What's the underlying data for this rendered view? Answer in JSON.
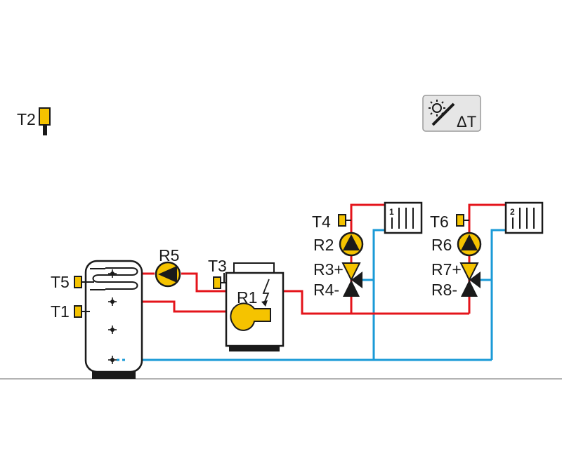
{
  "colors": {
    "hot": "#e4141b",
    "cold": "#1a9ad7",
    "sensor": "#f5c300",
    "outline": "#1a1a1a",
    "ground": "#9a9a9a",
    "icon_bg": "#e6e6e6"
  },
  "labels": {
    "t2": "T2",
    "t5": "T5",
    "t1": "T1",
    "t3": "T3",
    "t4": "T4",
    "t6": "T6",
    "r1": "R1",
    "r2": "R2",
    "r3": "R3+",
    "r4": "R4-",
    "r5": "R5",
    "r6": "R6",
    "r7": "R7+",
    "r8": "R8-"
  },
  "radiators": {
    "one": "1",
    "two": "2"
  },
  "controller_icon": {
    "name": "solar-delta-t-icon",
    "text": "ΔT"
  },
  "icons": [
    "sensor-icon",
    "pump-icon",
    "mixing-valve-icon",
    "radiator-icon",
    "boiler-icon",
    "storage-tank-icon",
    "solar-delta-t-icon"
  ]
}
